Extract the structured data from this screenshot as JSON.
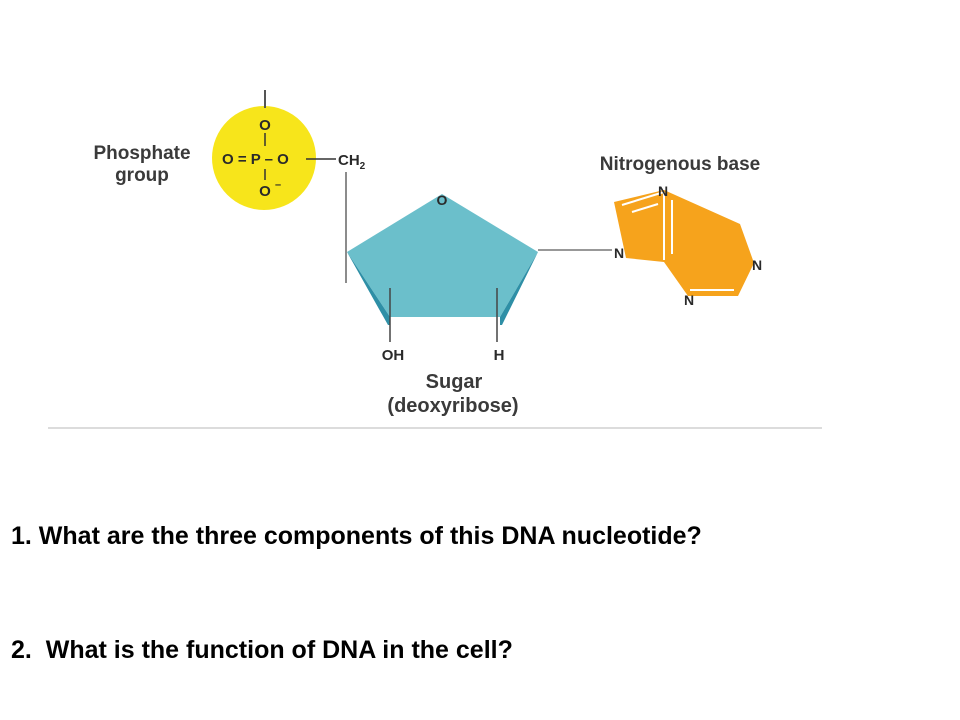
{
  "diagram": {
    "phosphate": {
      "label_line1": "Phosphate",
      "label_line2": "group",
      "atom_o_top": "O",
      "formula_row": "O = P – O",
      "atom_o_bottom": "O",
      "minus": "–",
      "ch2": "CH",
      "ch2_sub": "2",
      "color": "#f7e51b"
    },
    "sugar": {
      "ring_o": "O",
      "oh": "OH",
      "h": "H",
      "label_line1": "Sugar",
      "label_line2": "(deoxyribose)",
      "color": "#6bbfcb",
      "edge_color": "#2e8fa6"
    },
    "base": {
      "label": "Nitrogenous base",
      "n_top": "N",
      "n_left": "N",
      "n_right": "N",
      "n_bottom": "N",
      "color": "#f6a31c"
    }
  },
  "questions": {
    "q1": "1. What are the three components of this DNA nucleotide?",
    "q2": "2.  What is the function of DNA in the cell?"
  }
}
